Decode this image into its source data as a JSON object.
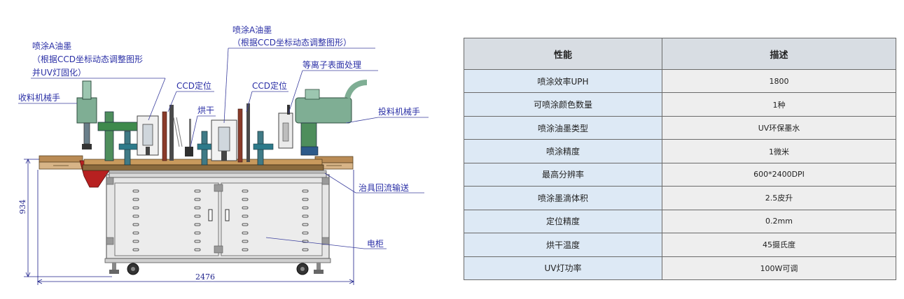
{
  "drawing": {
    "labels": {
      "spray_a_left_line1": "喷涂A油墨",
      "spray_a_left_line2": "（根据CCD坐标动态调整图形",
      "spray_a_left_line3": "并UV灯固化）",
      "spray_a_top_line1": "喷涂A油墨",
      "spray_a_top_line2": "（根据CCD坐标动态调整图形）",
      "plasma": "等离子表面处理",
      "receive_robot": "收料机械手",
      "ccd_left": "CCD定位",
      "ccd_right": "CCD定位",
      "dryer": "烘干",
      "feed_robot": "投料机械手",
      "fixture_conveyor": "治具回流输送",
      "cabinet": "电柜"
    },
    "dimensions": {
      "height": "934",
      "width": "2476"
    },
    "colors": {
      "label": "#2a2fa6",
      "line": "#3b3f9e",
      "frame": "#8a8a8a",
      "robot": "#7fae94",
      "fixture": "#3f7a86",
      "red": "#b72020"
    }
  },
  "spec_table": {
    "headers": [
      "性能",
      "描述"
    ],
    "rows": [
      {
        "key": "喷涂效率UPH",
        "value": "1800"
      },
      {
        "key": "可喷涂颜色数量",
        "value": "1种"
      },
      {
        "key": "喷涂油墨类型",
        "value": "UV环保墨水"
      },
      {
        "key": "喷涂精度",
        "value": "1微米"
      },
      {
        "key": "最高分辨率",
        "value": "600*2400DPI"
      },
      {
        "key": "喷涂墨滴体积",
        "value": "2.5皮升"
      },
      {
        "key": "定位精度",
        "value": "0.2mm"
      },
      {
        "key": "烘干温度",
        "value": "45摄氏度"
      },
      {
        "key": "UV灯功率",
        "value": "100W可调"
      }
    ]
  }
}
